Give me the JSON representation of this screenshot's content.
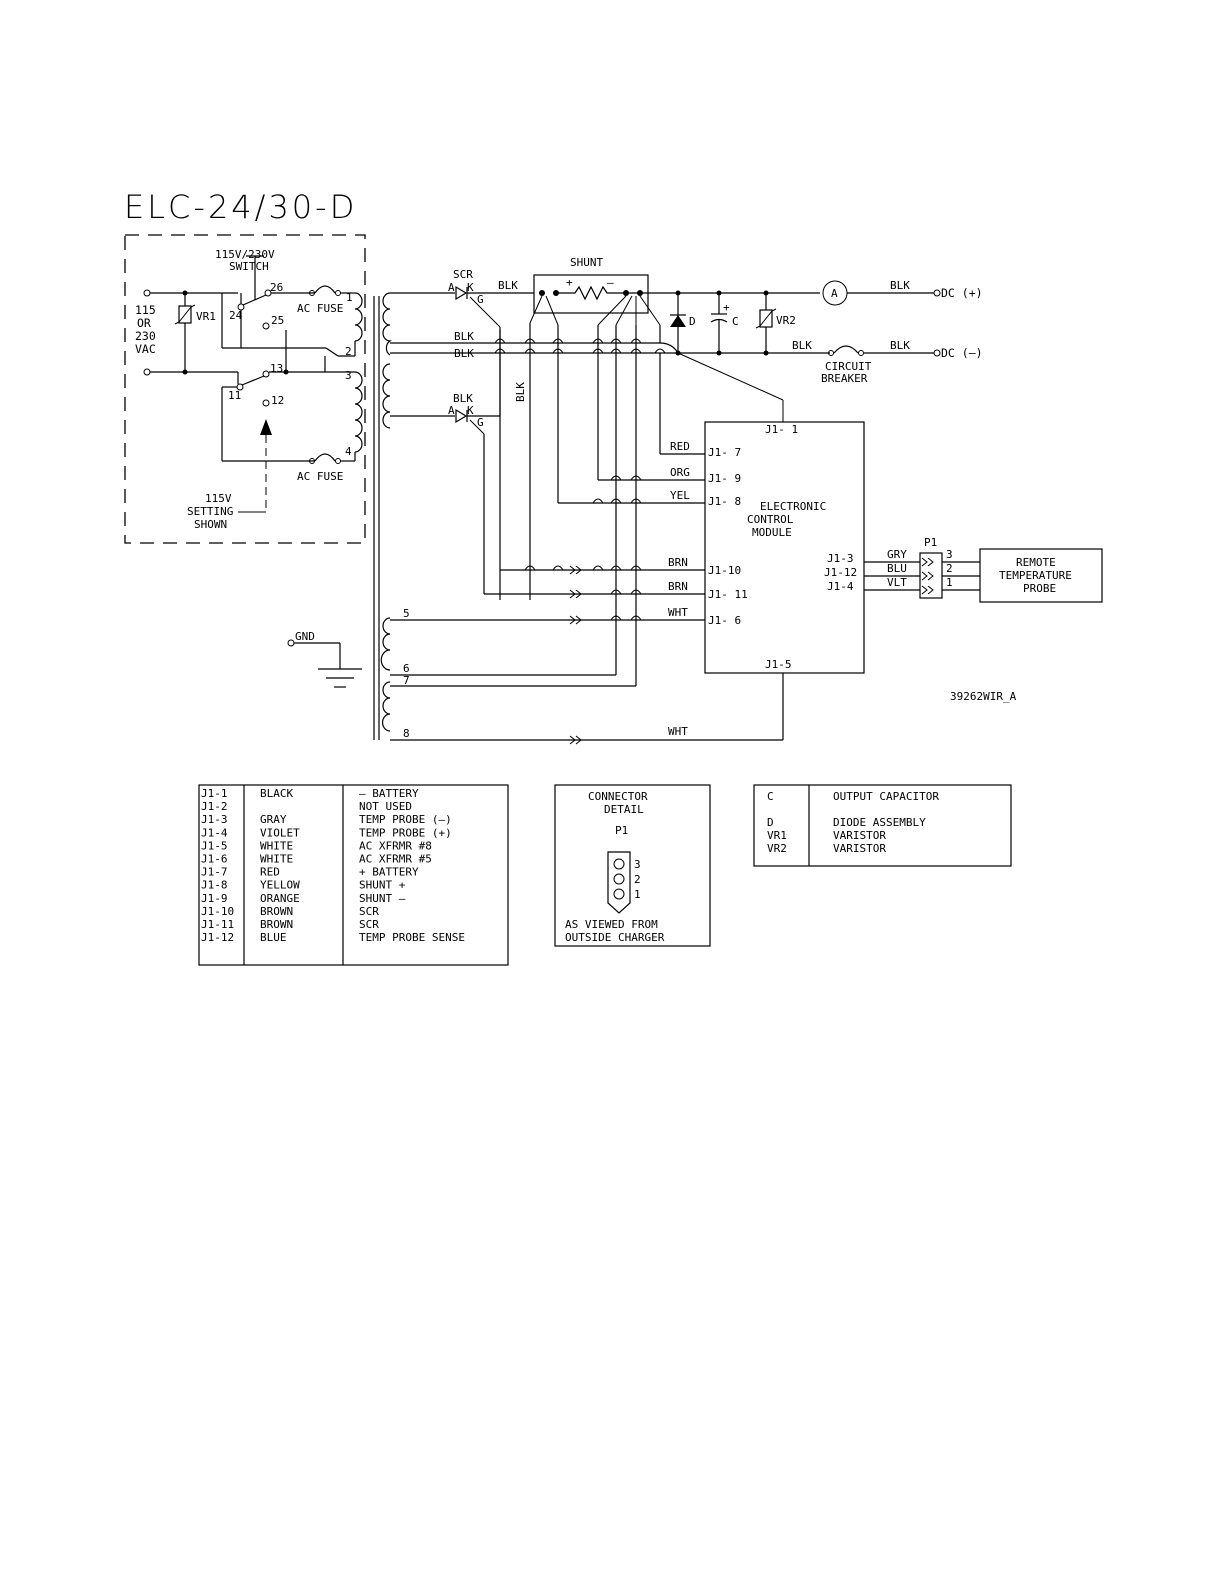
{
  "title": "ELC-24/30-D",
  "drawing_no": "39262WIR_A",
  "labels": {
    "switch_line1": "115V/230V",
    "switch_line2": "SWITCH",
    "input_115": "115",
    "input_or": "OR",
    "input_230": "230",
    "input_vac": "VAC",
    "vr1": "VR1",
    "vr2": "VR2",
    "ac_fuse_top": "AC FUSE",
    "ac_fuse_bottom": "AC FUSE",
    "setting_line1": "115V",
    "setting_line2": "SETTING",
    "setting_line3": "SHOWN",
    "scr": "SCR",
    "a_top": "A",
    "k_top": "K",
    "g_top": "G",
    "a_bot": "A",
    "k_bot": "K",
    "g_bot": "G",
    "shunt": "SHUNT",
    "plus": "+",
    "minus": "–",
    "d": "D",
    "c": "C",
    "cap_plus": "+",
    "ammeter": "A",
    "dc_plus": "DC (+)",
    "dc_minus": "DC (–)",
    "circuit_breaker_line1": "CIRCUIT",
    "circuit_breaker_line2": "BREAKER",
    "gnd": "GND",
    "module_line1": "ELECTRONIC",
    "module_line2": "CONTROL",
    "module_line3": "MODULE",
    "p1": "P1",
    "probe_line1": "REMOTE",
    "probe_line2": "TEMPERATURE",
    "probe_line3": "PROBE"
  },
  "terminals": {
    "t26": "26",
    "t24": "24",
    "t25": "25",
    "t13": "13",
    "t11": "11",
    "t12": "12",
    "x1": "1",
    "x2": "2",
    "x3": "3",
    "x4": "4",
    "x5": "5",
    "x6": "6",
    "x7": "7",
    "x8": "8",
    "p3": "3",
    "p2": "2",
    "p1": "1"
  },
  "wire_labels": {
    "blk_shunt": "BLK",
    "blk_1": "BLK",
    "blk_2": "BLK",
    "blk_3": "BLK",
    "blk_vert": "BLK",
    "blk_dc_plus": "BLK",
    "blk_cb_left": "BLK",
    "blk_cb_right": "BLK",
    "red": "RED",
    "org": "ORG",
    "yel": "YEL",
    "brn_1": "BRN",
    "brn_2": "BRN",
    "wht_1": "WHT",
    "wht_2": "WHT",
    "gry": "GRY",
    "blu": "BLU",
    "vlt": "VLT"
  },
  "pins": {
    "j1_1": "J1- 1",
    "j1_7": "J1- 7",
    "j1_9": "J1- 9",
    "j1_8": "J1- 8",
    "j1_10": "J1-10",
    "j1_11": "J1- 11",
    "j1_6": "J1- 6",
    "j1_5": "J1-5",
    "j1_3": "J1-3",
    "j1_12": "J1-12",
    "j1_4": "J1-4"
  },
  "wire_table": [
    {
      "pin": "J1-1",
      "color": "BLACK",
      "function": "– BATTERY"
    },
    {
      "pin": "J1-2",
      "color": "",
      "function": "NOT USED"
    },
    {
      "pin": "J1-3",
      "color": "GRAY",
      "function": "TEMP PROBE (–)"
    },
    {
      "pin": "J1-4",
      "color": "VIOLET",
      "function": "TEMP PROBE (+)"
    },
    {
      "pin": "J1-5",
      "color": "WHITE",
      "function": "AC XFRMR #8"
    },
    {
      "pin": "J1-6",
      "color": "WHITE",
      "function": "AC XFRMR #5"
    },
    {
      "pin": "J1-7",
      "color": "RED",
      "function": "+ BATTERY"
    },
    {
      "pin": "J1-8",
      "color": "YELLOW",
      "function": "SHUNT +"
    },
    {
      "pin": "J1-9",
      "color": "ORANGE",
      "function": "SHUNT –"
    },
    {
      "pin": "J1-10",
      "color": "BROWN",
      "function": "SCR"
    },
    {
      "pin": "J1-11",
      "color": "BROWN",
      "function": "SCR"
    },
    {
      "pin": "J1-12",
      "color": "BLUE",
      "function": "TEMP PROBE SENSE"
    }
  ],
  "connector_detail": {
    "heading1": "CONNECTOR",
    "heading2": "DETAIL",
    "name": "P1",
    "pins": [
      "3",
      "2",
      "1"
    ],
    "footer1": "AS VIEWED FROM",
    "footer2": "OUTSIDE CHARGER"
  },
  "legend": [
    {
      "code": "C",
      "desc": "OUTPUT CAPACITOR"
    },
    {
      "code": "D",
      "desc": "DIODE ASSEMBLY"
    },
    {
      "code": "VR1",
      "desc": "VARISTOR"
    },
    {
      "code": "VR2",
      "desc": "VARISTOR"
    }
  ]
}
